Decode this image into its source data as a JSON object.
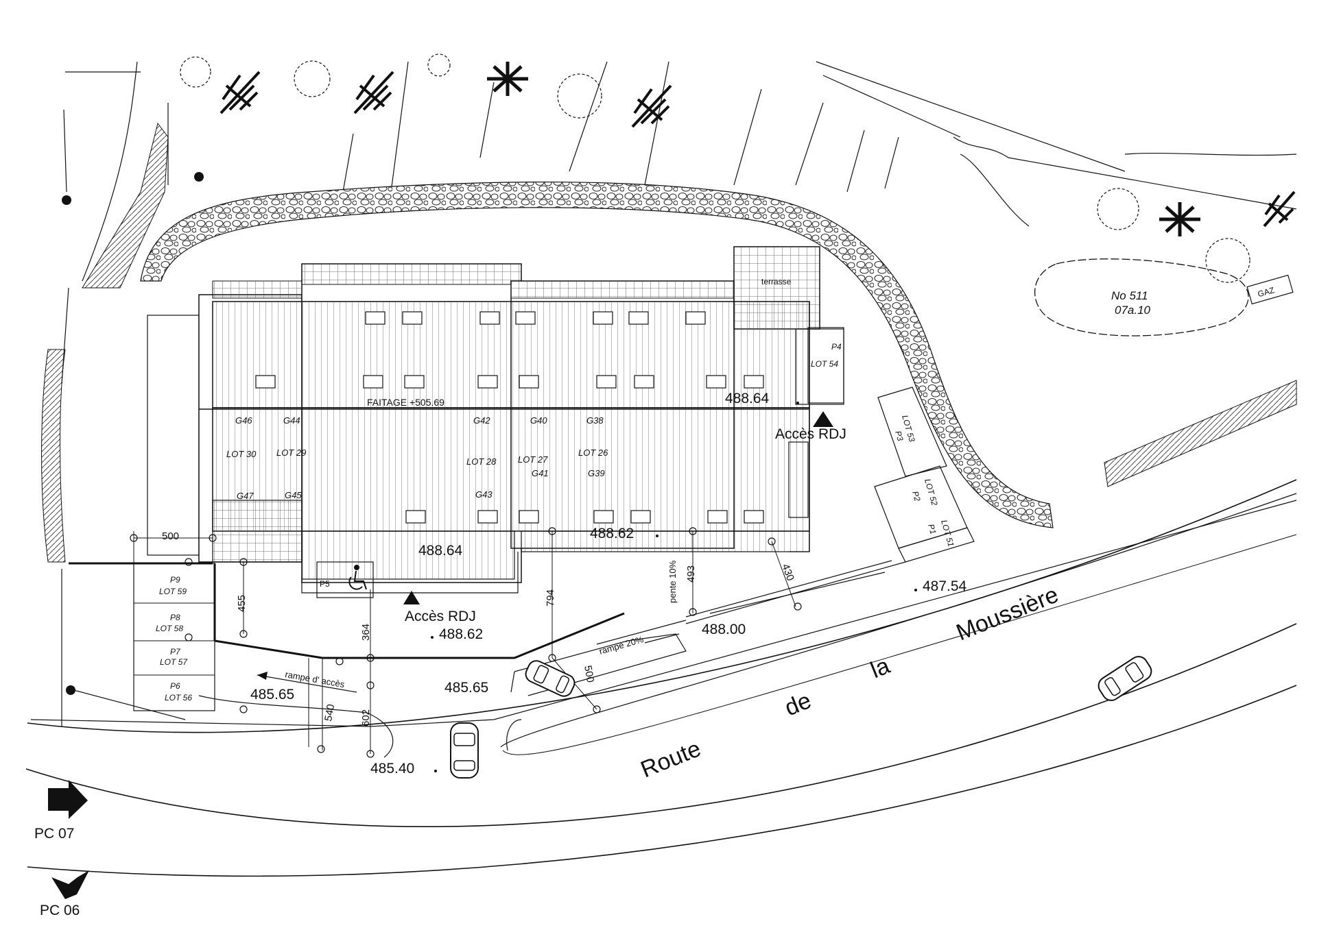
{
  "title": "",
  "roof": {
    "ridge_label": "FAITAGE +505.69",
    "terrace_label": "terrasse"
  },
  "garages": [
    {
      "top": "G46",
      "lot": "LOT 30",
      "bottom": "G47"
    },
    {
      "top": "G44",
      "lot": "LOT 29",
      "bottom": "G45"
    },
    {
      "top": "G42",
      "lot": "LOT 28",
      "bottom": "G43"
    },
    {
      "top": "G40",
      "lot": "LOT 27",
      "bottom": "G41"
    },
    {
      "top": "G38",
      "lot": "LOT 26",
      "bottom": "G39"
    }
  ],
  "parking_right": [
    {
      "p": "P4",
      "lot": "LOT 54"
    },
    {
      "p": "P3",
      "lot": "LOT 53"
    },
    {
      "p": "P2",
      "lot": "LOT 52"
    },
    {
      "p": "P1",
      "lot": "LOT 51"
    }
  ],
  "parking_left": [
    {
      "p": "P9",
      "lot": "LOT 59"
    },
    {
      "p": "P8",
      "lot": "LOT 58"
    },
    {
      "p": "P7",
      "lot": "LOT 57"
    },
    {
      "p": "P6",
      "lot": "LOT 56"
    }
  ],
  "accessible_space": "P5",
  "levels": {
    "l1": "488.64",
    "l2": "488.64",
    "l3": "488.62",
    "l4": "488.62",
    "l5": "488.00",
    "l6": "487.54",
    "l7": "485.65",
    "l8": "485.65",
    "l9": "485.40"
  },
  "access": {
    "rdj_top": "Accès RDJ",
    "rdj_bottom": "Accès RDJ"
  },
  "dimensions": {
    "d500": "500",
    "d455": "455",
    "d364": "364",
    "d794": "794",
    "d493": "493",
    "d430": "430",
    "d500b": "500",
    "d540": "540",
    "d602": "602"
  },
  "slopes": {
    "pente": "pente 10%",
    "rampe": "rampe 20%",
    "rampe_acces": "rampe d' accès"
  },
  "road": {
    "w1": "Route",
    "w2": "de",
    "w3": "la",
    "w4": "Moussière"
  },
  "parcel": {
    "number": "No 511",
    "area": "07a.10",
    "gas": "GAZ"
  },
  "views": {
    "v1": "PC 07",
    "v2": "PC 06"
  },
  "colors": {
    "ink": "#111111",
    "paper": "#ffffff"
  }
}
